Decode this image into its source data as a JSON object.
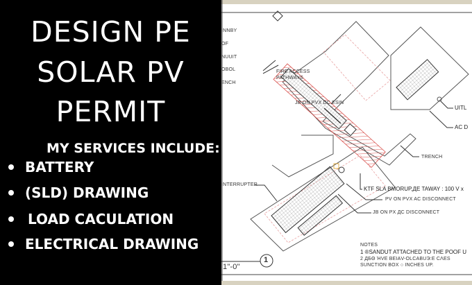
{
  "left_panel": {
    "title_lines": [
      "DESIGN PE",
      "SOLAR PV",
      "PERMIT"
    ],
    "services_heading": "MY SERVICES INCLUDE:",
    "services": [
      "BATTERY",
      "(SLD) DRAWING",
      "LOAD CACULATION",
      "ELECTRICAL DRAWING"
    ]
  },
  "drawing": {
    "legend_fragments": [
      "INNBY",
      "OF",
      "NUUIT",
      "OBOL",
      "ENCH"
    ],
    "labels": {
      "fire_access": "FIRE ACCESS",
      "pathways": "PATHWAYS",
      "jb_dc_esin": "JB ON PVX DC ESIN",
      "uitl": "UITL",
      "ac_d": "AC D",
      "trench": "TRENCH",
      "interrupter": "INTERRUPTER",
      "ktf": "KTF SLA BMORUP,ДЕ TAWAY : 100 V x",
      "pv_ac": "PV ON PVX AC DISCONNECT",
      "jb_dc": "JB ON PX ДC DISCONNECT"
    },
    "notes": {
      "heading": "NOTES",
      "lines": [
        "1    ®SANDUT ATTACHED TO THE POOF U",
        "2    ДБΘ ΉVΕ ΒΕΙΑV-ΟLCAΒUЭ:Ε CΛΕS",
        "      SUNCTION BOX ○ INCHES UP."
      ]
    },
    "scale": "1\"-0\"",
    "detail_number": "1"
  },
  "colors": {
    "left_bg": "#000000",
    "text": "#ffffff",
    "hatch": "#d9534f",
    "frame": "#d8d2c0"
  }
}
